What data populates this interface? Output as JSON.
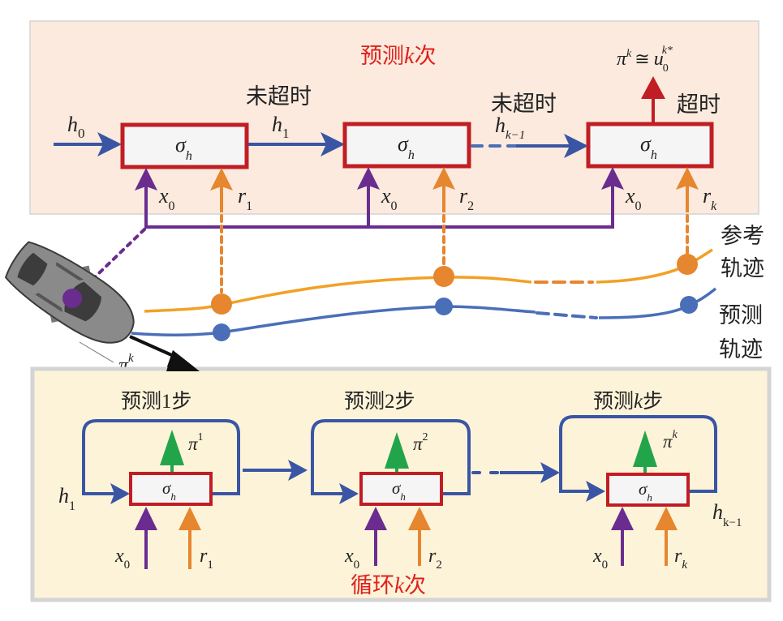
{
  "colors": {
    "top_panel_bg": "#fbeadd",
    "bottom_panel_bg": "#fdf3d9",
    "panel_border": "#d4d4d4",
    "block_border": "#c01e24",
    "block_fill": "#f5f5f5",
    "hidden_arrow": "#3a55a4",
    "state_arrow": "#6a2d8f",
    "ref_arrow": "#e6862f",
    "output_up_top": "#c01e24",
    "output_up_bottom": "#22a54a",
    "ref_traj": "#f2a126",
    "pred_traj": "#4a6fb8",
    "title_red": "#e0201b",
    "text": "#222222"
  },
  "top_panel": {
    "title": "预测k次",
    "title_pre": "预测",
    "title_var": "k",
    "title_post": "次",
    "output_label": {
      "pi": "π",
      "pi_sup": "k",
      "approx": "≅",
      "u": "u",
      "u_sub": "0",
      "u_sup": "k*"
    },
    "timeout_label": "超时",
    "not_timeout_labels": [
      "未超时",
      "未超时"
    ],
    "block_label": {
      "sigma": "σ",
      "sub": "h"
    },
    "hidden_inputs": [
      {
        "base": "h",
        "sub": "0"
      },
      {
        "base": "h",
        "sub": "1"
      },
      {
        "base": "h",
        "sub": "k−1"
      }
    ],
    "state_inputs": [
      {
        "base": "x",
        "sub": "0"
      },
      {
        "base": "x",
        "sub": "0"
      },
      {
        "base": "x",
        "sub": "0"
      }
    ],
    "ref_inputs": [
      {
        "base": "r",
        "sub": "1"
      },
      {
        "base": "r",
        "sub": "2"
      },
      {
        "base": "r",
        "sub": "k"
      }
    ]
  },
  "middle": {
    "ref_traj_label": [
      "参考",
      "轨迹"
    ],
    "pred_traj_label": [
      "预测",
      "轨迹"
    ],
    "action_label": {
      "pi": "π",
      "sup": "k"
    },
    "vehicle": "car-top-view"
  },
  "bottom_panel": {
    "footer": "循环k次",
    "footer_pre": "循环",
    "footer_var": "k",
    "footer_post": "次",
    "steps": [
      {
        "title_pre": "预测",
        "title_var": "1",
        "title_post": "步",
        "title_italic": false,
        "out": {
          "pi": "π",
          "sup": "1"
        },
        "x": {
          "base": "x",
          "sub": "0"
        },
        "r": {
          "base": "r",
          "sub": "1"
        },
        "h_in": {
          "base": "h",
          "sub": "1"
        }
      },
      {
        "title_pre": "预测",
        "title_var": "2",
        "title_post": "步",
        "title_italic": false,
        "out": {
          "pi": "π",
          "sup": "2"
        },
        "x": {
          "base": "x",
          "sub": "0"
        },
        "r": {
          "base": "r",
          "sub": "2"
        }
      },
      {
        "title_pre": "预测",
        "title_var": "k",
        "title_post": "步",
        "title_italic": true,
        "out": {
          "pi": "π",
          "sup": "k"
        },
        "x": {
          "base": "x",
          "sub": "0"
        },
        "r": {
          "base": "r",
          "sub": "k"
        },
        "h_out": {
          "base": "h",
          "sub": "k−1"
        }
      }
    ],
    "block_label": {
      "sigma": "σ",
      "sub": "h"
    }
  }
}
